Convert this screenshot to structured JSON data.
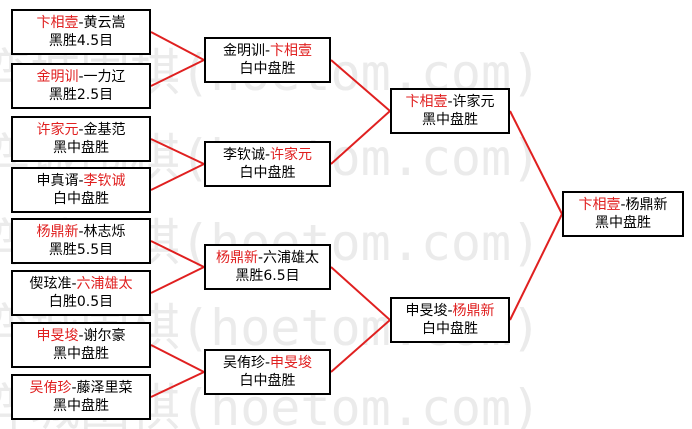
{
  "watermark": "弈城围棋(hoetom.com)",
  "colors": {
    "winner_text": "#e02020",
    "connector_line": "#e02020",
    "box_border": "#000000",
    "watermark": "#ebebeb"
  },
  "round1": [
    {
      "p1": "卞相壹",
      "sep": "-",
      "p2": "黄云嵩",
      "winner": "p1",
      "result": "黑胜4.5目"
    },
    {
      "p1": "金明训",
      "sep": "-",
      "p2": "一力辽",
      "winner": "p1",
      "result": "黑胜2.5目"
    },
    {
      "p1": "许家元",
      "sep": "-",
      "p2": "金基范",
      "winner": "p1",
      "result": "黑中盘胜"
    },
    {
      "p1": "申真谞",
      "sep": "-",
      "p2": "李钦诚",
      "winner": "p2",
      "result": "白中盘胜"
    },
    {
      "p1": "杨鼎新",
      "sep": "-",
      "p2": "林志烁",
      "winner": "p1",
      "result": "黑胜5.5目"
    },
    {
      "p1": "偰玹准",
      "sep": "-",
      "p2": "六浦雄太",
      "winner": "p2",
      "result": "白胜0.5目"
    },
    {
      "p1": "申旻埈",
      "sep": "-",
      "p2": "谢尔豪",
      "winner": "p1",
      "result": "黑中盘胜"
    },
    {
      "p1": "吴侑珍",
      "sep": "-",
      "p2": "藤泽里菜",
      "winner": "p1",
      "result": "黑中盘胜"
    }
  ],
  "round2": [
    {
      "p1": "金明训",
      "sep": "-",
      "p2": "卞相壹",
      "winner": "p2",
      "result": "白中盘胜"
    },
    {
      "p1": "李钦诚",
      "sep": "-",
      "p2": "许家元",
      "winner": "p2",
      "result": "白中盘胜"
    },
    {
      "p1": "杨鼎新",
      "sep": "-",
      "p2": "六浦雄太",
      "winner": "p1",
      "result": "黑胜6.5目"
    },
    {
      "p1": "吴侑珍",
      "sep": "-",
      "p2": "申旻埈",
      "winner": "p2",
      "result": "白中盘胜"
    }
  ],
  "round3": [
    {
      "p1": "卞相壹",
      "sep": "-",
      "p2": "许家元",
      "winner": "p1",
      "result": "黑中盘胜"
    },
    {
      "p1": "申旻埈",
      "sep": "-",
      "p2": "杨鼎新",
      "winner": "p2",
      "result": "白中盘胜"
    }
  ],
  "final": [
    {
      "p1": "卞相壹",
      "sep": "-",
      "p2": "杨鼎新",
      "winner": "p1",
      "result": "黑中盘胜"
    }
  ]
}
